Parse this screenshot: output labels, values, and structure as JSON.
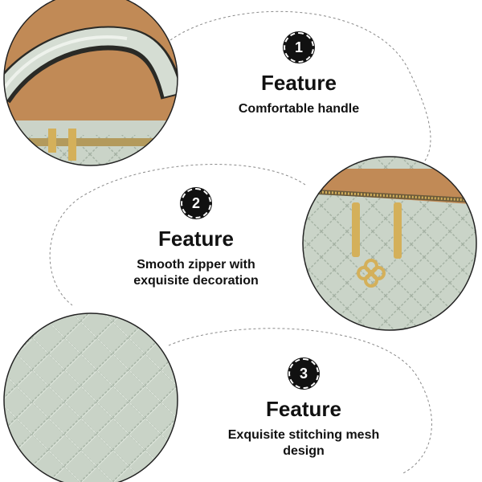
{
  "features": [
    {
      "number": "1",
      "title": "Feature",
      "description": "Comfortable handle"
    },
    {
      "number": "2",
      "title": "Feature",
      "description": "Smooth zipper with exquisite decoration"
    },
    {
      "number": "3",
      "title": "Feature",
      "description": "Exquisite stitching mesh design"
    }
  ],
  "colors": {
    "tan_lining": "#c18a56",
    "mint_leather": "#c9d3c7",
    "stitch": "#9aa89a",
    "gold": "#d4b05a",
    "badge": "#111111"
  }
}
